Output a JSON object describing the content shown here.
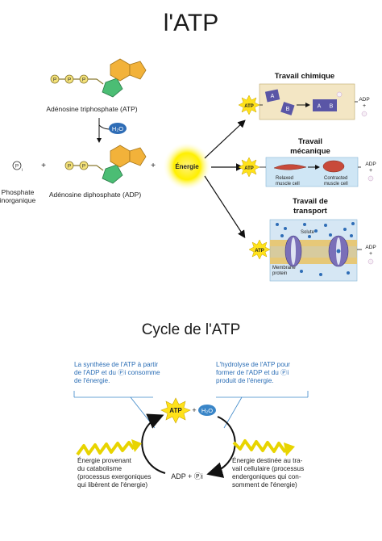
{
  "title": "l'ATP",
  "molecules": {
    "atp_label": "Adénosine triphosphate (ATP)",
    "adp_label": "Adénosine diphosphate (ADP)",
    "water": "H₂O",
    "p_symbol": "P",
    "pi_symbol": "P",
    "pi_sub": "i",
    "plus": "+",
    "phosphate_label_line1": "Phosphate",
    "phosphate_label_line2": "inorganique"
  },
  "energy": {
    "label": "Énergie"
  },
  "work": {
    "chemical": {
      "title": "Travail chimique",
      "atp": "ATP",
      "a": "A",
      "b": "B",
      "adp": "ADP",
      "plus": "+"
    },
    "mechanical": {
      "title_line1": "Travail",
      "title_line2": "mécanique",
      "atp": "ATP",
      "relaxed_line1": "Relaxed",
      "relaxed_line2": "muscle cell",
      "contracted_line1": "Contracted",
      "contracted_line2": "muscle cell",
      "adp": "ADP",
      "plus": "+"
    },
    "transport": {
      "title_line1": "Travail de",
      "title_line2": "transport",
      "atp": "ATP",
      "solute": "Solute",
      "membrane_line1": "Membrane",
      "membrane_line2": "protein",
      "adp": "ADP",
      "plus": "+"
    }
  },
  "cycle": {
    "title": "Cycle de l'ATP",
    "left_note": [
      "La synthèse de l'ATP à partir",
      "de l'ADP et du Ⓟi consomme",
      "de l'énergie."
    ],
    "right_note": [
      "L'hydrolyse de l'ATP pour",
      "former de l'ADP et du Ⓟi",
      "produit de l'énergie."
    ],
    "atp": "ATP",
    "plus": "+",
    "water": "H₂O",
    "adp_pi": "ADP + Ⓟi",
    "left_energy": [
      "Énergie provenant",
      "du catabolisme",
      "(processus exergoniques",
      "qui libèrent de l'énergie)"
    ],
    "right_energy": [
      "Énergie destinée au tra-",
      "vail cellulaire (processus",
      "endergoniques qui con-",
      "somment de l'énergie)"
    ]
  },
  "colors": {
    "phosphate": "#f4e27a",
    "adenine": "#f2b23a",
    "ribose": "#4bbd74",
    "water": "#2f6db6",
    "energy": "#ffee00",
    "chem_bg": "#f3e6c4",
    "mech_bg": "#cfe6f5",
    "cycle_blue": "#3a86c8"
  }
}
